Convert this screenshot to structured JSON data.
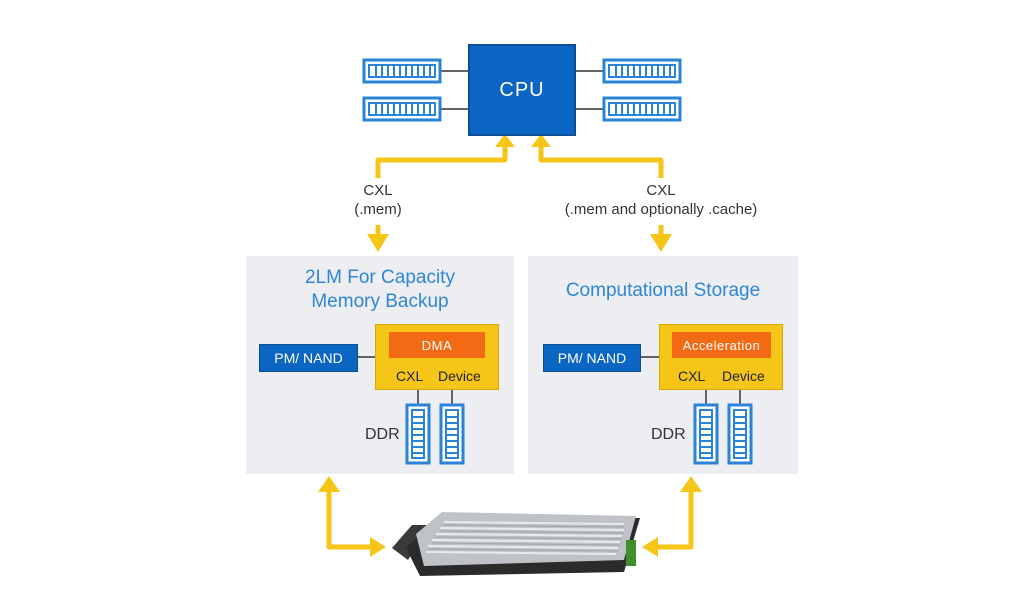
{
  "cpu": {
    "label": "CPU"
  },
  "links": {
    "left": {
      "protocol": "CXL",
      "detail": "(.mem)"
    },
    "right": {
      "protocol": "CXL",
      "detail": "(.mem and optionally .cache)"
    }
  },
  "panels": {
    "left": {
      "title_line1": "2LM For Capacity",
      "title_line2": "Memory Backup",
      "storage_label": "PM/ NAND",
      "engine_label": "DMA",
      "cxl_label": "CXL",
      "device_label": "Device",
      "ddr_label": "DDR"
    },
    "right": {
      "title": "Computational Storage",
      "storage_label": "PM/ NAND",
      "engine_label": "Acceleration",
      "cxl_label": "CXL",
      "device_label": "Device",
      "ddr_label": "DDR"
    }
  },
  "colors": {
    "cpu_blue": "#0a66c2",
    "arrow_yellow": "#f5c518",
    "engine_orange": "#f26a13",
    "panel_gray": "#eceef1",
    "title_blue": "#2f86d6"
  },
  "icons": [
    "dimm-module-icon",
    "ssd-module-icon",
    "arrow-icon"
  ]
}
